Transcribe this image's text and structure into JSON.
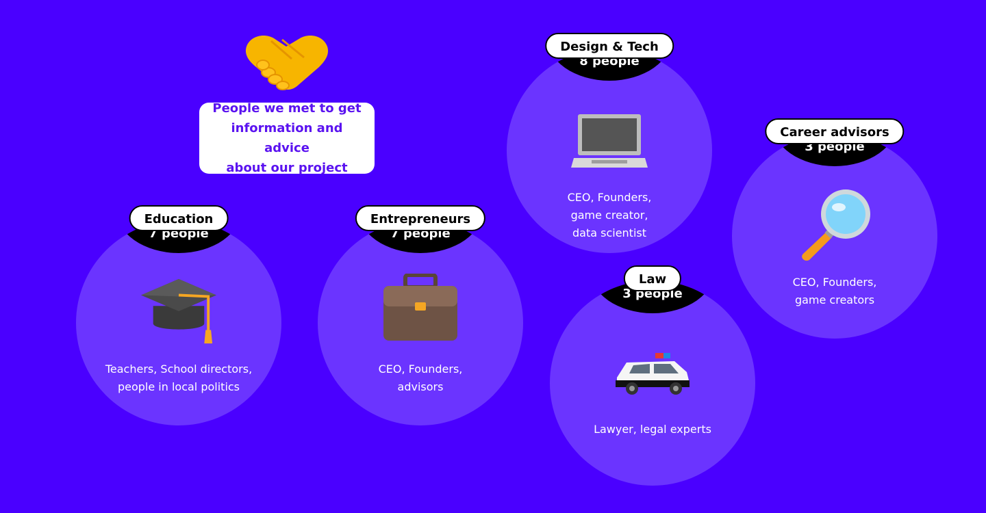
{
  "intro": {
    "lines": [
      "People we met to get",
      "information and advice",
      "about our project"
    ]
  },
  "groups": [
    {
      "id": "education",
      "title": "Education",
      "count": "7 people",
      "lines": [
        "Teachers, School directors,",
        "people in local politics"
      ],
      "icon": "graduation-cap-icon"
    },
    {
      "id": "entrepreneurs",
      "title": "Entrepreneurs",
      "count": "7 people",
      "lines": [
        "CEO, Founders,",
        "advisors"
      ],
      "icon": "briefcase-icon"
    },
    {
      "id": "design-tech",
      "title": "Design & Tech",
      "count": "8 people",
      "lines": [
        "CEO, Founders,",
        "game creator,",
        "data scientist"
      ],
      "icon": "laptop-icon"
    },
    {
      "id": "law",
      "title": "Law",
      "count": "3 people",
      "lines": [
        "Lawyer, legal experts"
      ],
      "icon": "police-car-icon"
    },
    {
      "id": "career-advisors",
      "title": "Career advisors",
      "count": "3 people",
      "lines": [
        "CEO, Founders,",
        "game creators"
      ],
      "icon": "magnifying-glass-icon"
    }
  ],
  "colors": {
    "background": "#4a00ff",
    "circle": "#6b34ff",
    "intro_text": "#5a12f0"
  }
}
